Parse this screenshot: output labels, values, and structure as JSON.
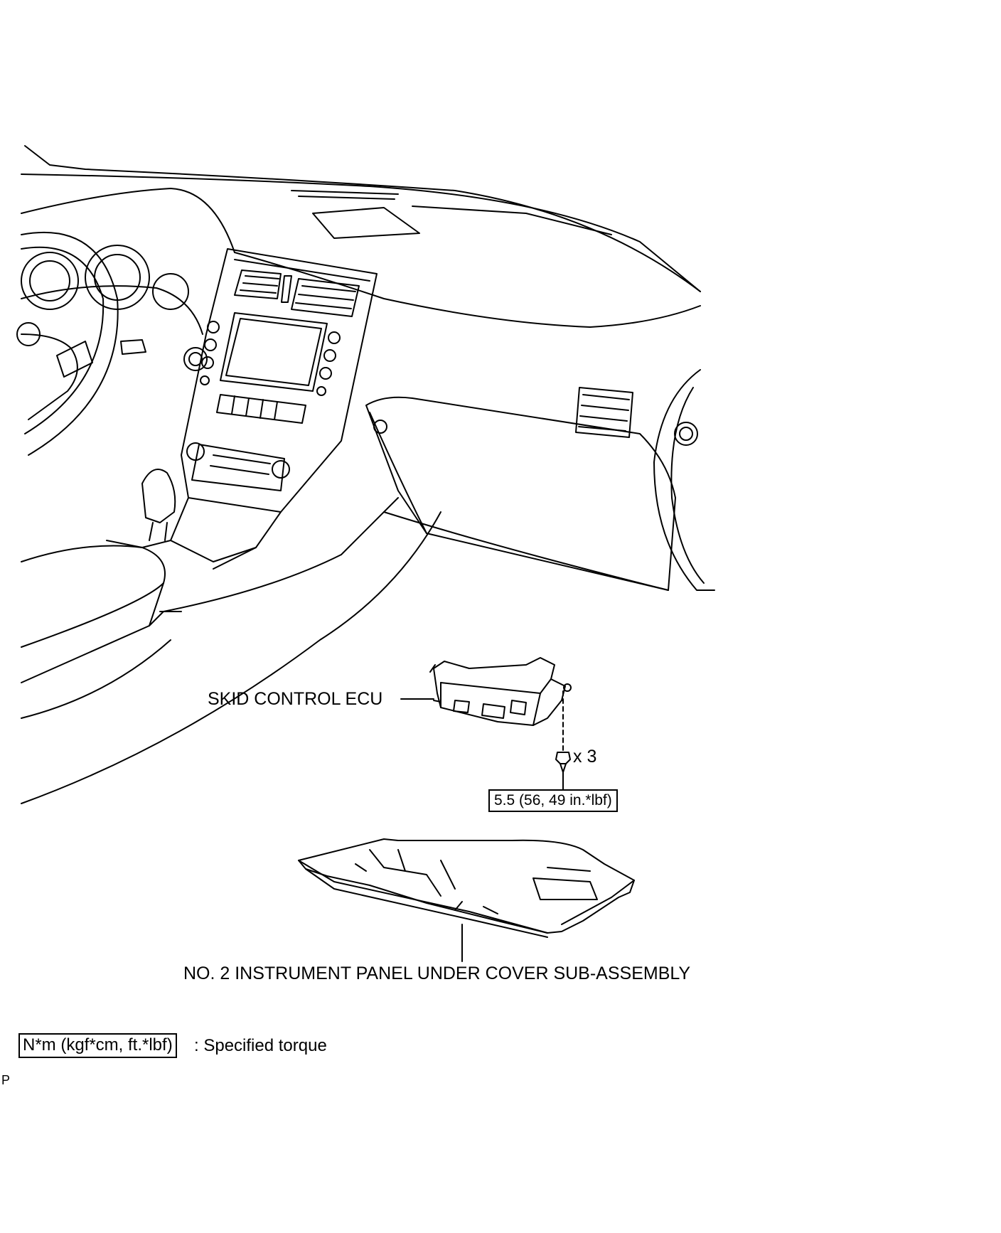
{
  "labels": {
    "skid_control_ecu": "SKID CONTROL ECU",
    "quantity": "x 3",
    "torque_value": "5.5 (56, 49 in.*lbf)",
    "under_cover": "NO. 2 INSTRUMENT PANEL UNDER COVER SUB-ASSEMBLY",
    "legend_unit": "N*m (kgf*cm, ft.*lbf)",
    "legend_text": ": Specified torque",
    "corner_mark": "P"
  },
  "colors": {
    "line": "#000000",
    "background": "#ffffff"
  }
}
